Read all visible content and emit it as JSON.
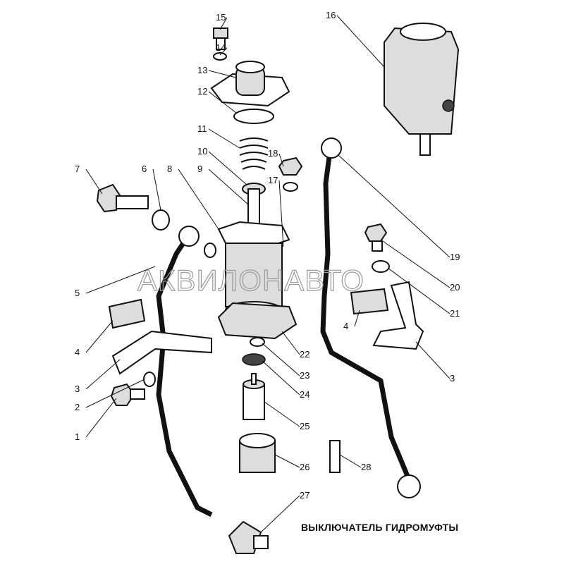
{
  "caption": "ВЫКЛЮЧАТЕЛЬ ГИДРОМУФТЫ",
  "watermark": "АКВИЛОНАВТО",
  "callouts": [
    "15",
    "14",
    "13",
    "12",
    "16",
    "11",
    "10",
    "18",
    "17",
    "9",
    "8",
    "6",
    "7",
    "5",
    "4",
    "3",
    "2",
    "1",
    "22",
    "23",
    "24",
    "25",
    "26",
    "27",
    "28",
    "19",
    "20",
    "21",
    "4",
    "3"
  ]
}
